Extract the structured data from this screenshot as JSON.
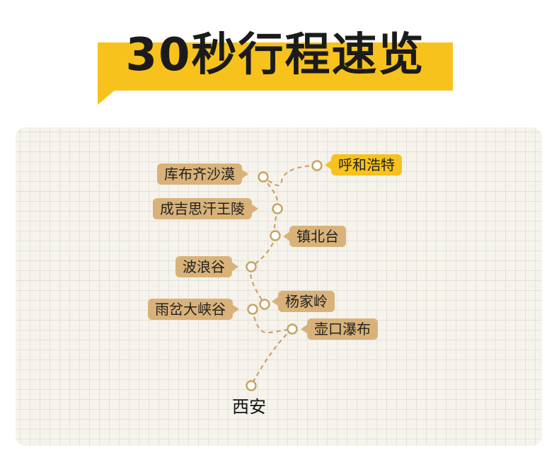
{
  "title": "30秒行程速览",
  "stops": [
    {
      "name": "呼和浩特"
    },
    {
      "name": "库布齐沙漠"
    },
    {
      "name": "成吉思汗王陵"
    },
    {
      "name": "镇北台"
    },
    {
      "name": "波浪谷"
    },
    {
      "name": "杨家岭"
    },
    {
      "name": "雨岔大峡谷"
    },
    {
      "name": "壶口瀑布"
    },
    {
      "name": "西安"
    }
  ],
  "colors": {
    "accent": "#f7c21c",
    "label": "#d9b27a",
    "route": "#c9a464"
  }
}
